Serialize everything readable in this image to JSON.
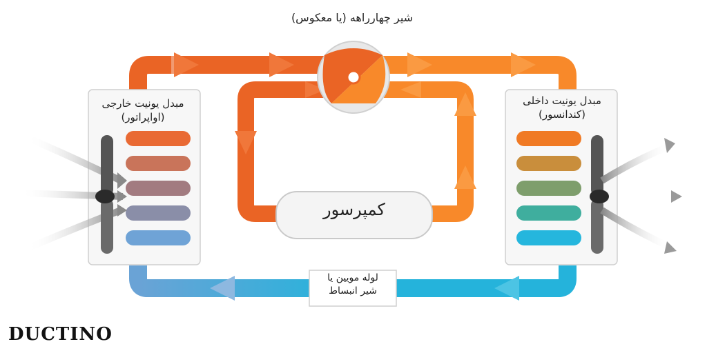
{
  "diagram": {
    "valve_label": "شیر چهارراهه (یا معکوس)",
    "outdoor_unit": {
      "line1": "مبدل یونیت خارجی",
      "line2": "(اواپراتور)"
    },
    "indoor_unit": {
      "line1": "مبدل یونیت داخلی",
      "line2": "(کندانسور)"
    },
    "compressor_label": "کمپرسور",
    "expansion": {
      "line1": "لوله مویین یا",
      "line2": "شیر انبساط"
    }
  },
  "brand": {
    "logo_text": "DUCTINO"
  },
  "colors": {
    "hot_pipe": "#ef6a24",
    "hot_pipe_light": "#f8892a",
    "cold_pipe": "#6fa6d8",
    "cold_pipe_bright": "#27b3db",
    "panel_border": "#cfcfcf",
    "panel_fill": "#f7f7f7",
    "fan": "#555555"
  },
  "icons": [
    "valve-icon",
    "fan-icon",
    "airflow-arrow-icon",
    "flow-arrow-icon"
  ]
}
